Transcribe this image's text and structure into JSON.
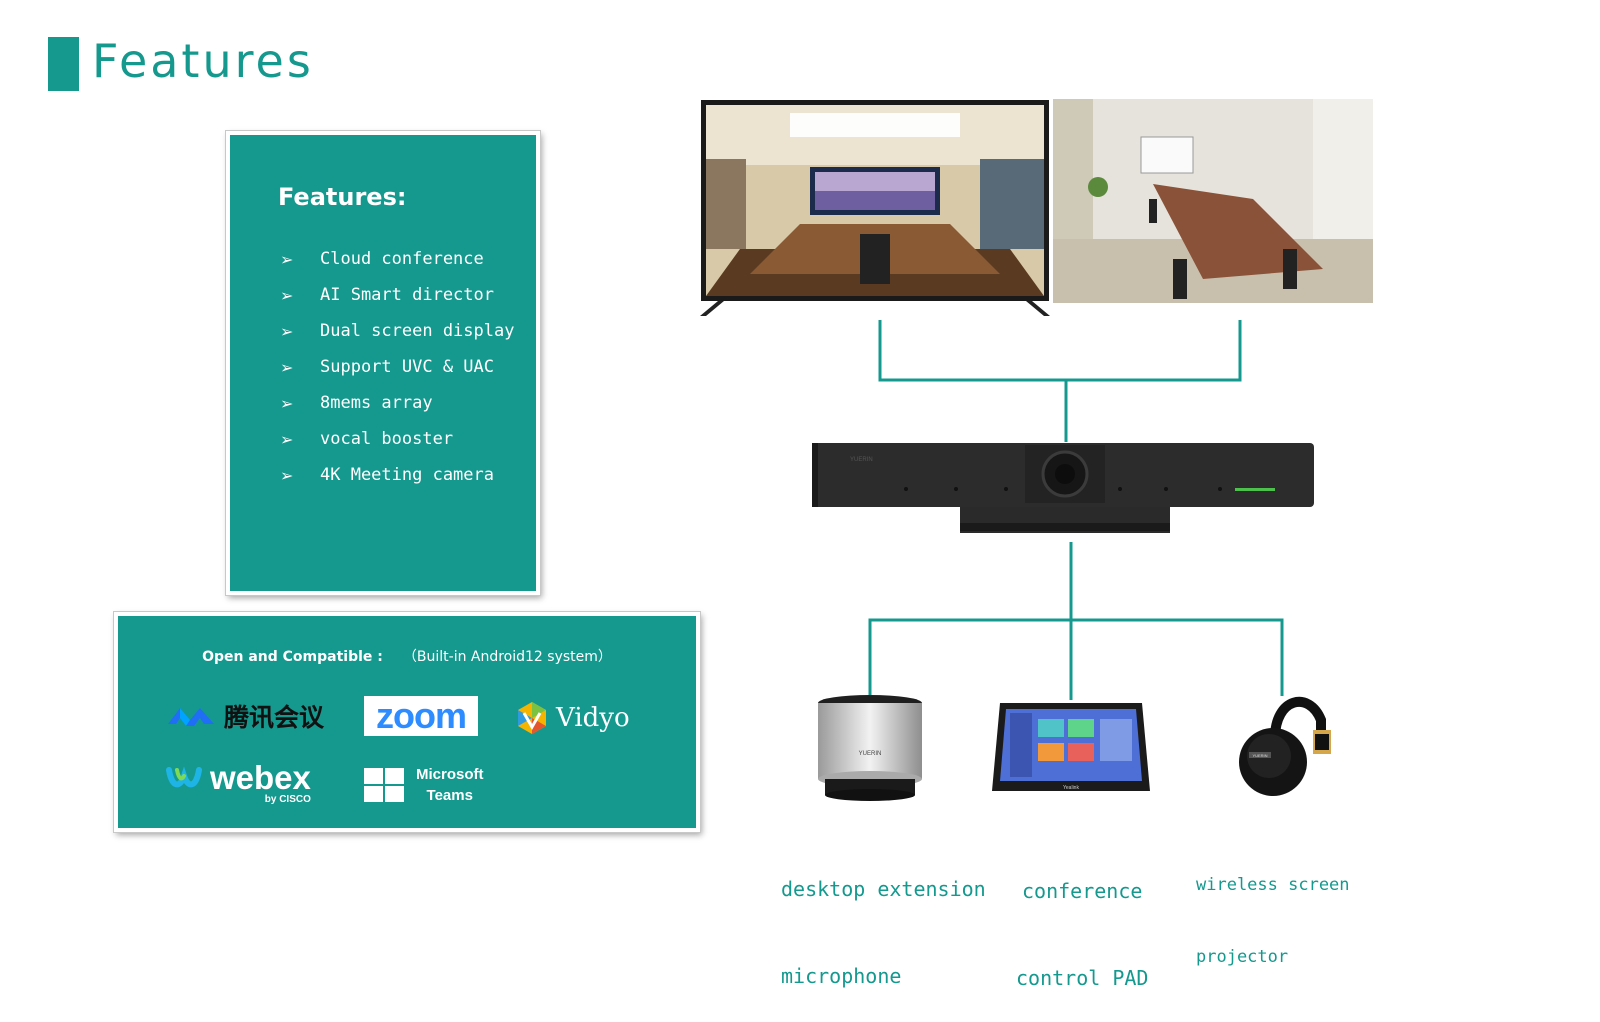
{
  "page": {
    "title": "Features"
  },
  "features_panel": {
    "heading": "Features:",
    "bullet": "➢",
    "items": [
      "Cloud conference",
      "AI Smart director",
      "Dual screen display",
      "Support UVC & UAC",
      "8mems array",
      "vocal booster",
      "4K Meeting camera"
    ]
  },
  "compat_panel": {
    "heading": "Open and Compatible :",
    "subheading": "（Built-in Android12 system）",
    "logos": {
      "tencent": "腾讯会议",
      "zoom": "zoom",
      "vidyo": "Vidyo",
      "webex": "webex",
      "webex_by": "by CISCO",
      "teams_line1": "Microsoft",
      "teams_line2": "Teams"
    }
  },
  "devices": {
    "bar_brand": "YUERIN",
    "microphone_brand": "YUERIN",
    "pad_brand": "Yealink",
    "projector_brand": "YUERIN",
    "captions": {
      "microphone_line1": "desktop extension",
      "microphone_line2": "microphone",
      "pad_line1": "conference",
      "pad_line2": "control PAD",
      "projector_line1": "wireless screen",
      "projector_line2": "projector"
    }
  },
  "colors": {
    "accent": "#15998f",
    "zoom_blue": "#2d8cff"
  }
}
